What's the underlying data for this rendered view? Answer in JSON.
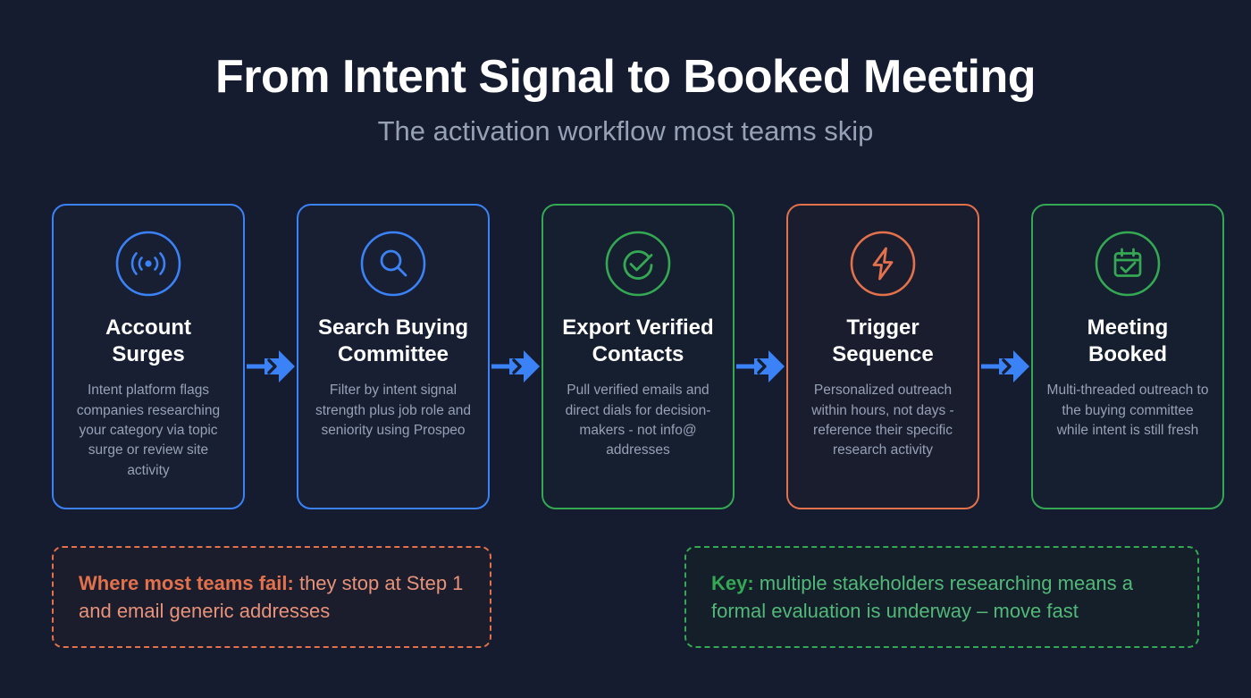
{
  "header": {
    "title": "From Intent Signal to Booked Meeting",
    "subtitle": "The activation workflow most teams skip"
  },
  "colors": {
    "background": "#151c30",
    "card_background": "#181f33",
    "blue": "#3b82f6",
    "green": "#34a853",
    "orange": "#e2714c",
    "title_text": "#ffffff",
    "body_text": "#96a1b6",
    "subtitle_text": "#97a1b5",
    "arrow": "#3b82f6"
  },
  "steps": [
    {
      "icon": "broadcast-signal-icon",
      "accent": "#3b82f6",
      "title": "Account Surges",
      "description": "Intent platform flags companies researching your category via topic surge or review site activity"
    },
    {
      "icon": "magnifying-glass-icon",
      "accent": "#3b82f6",
      "title": "Search Buying Committee",
      "description": "Filter by intent signal strength plus job role and seniority using Prospeo"
    },
    {
      "icon": "check-circle-icon",
      "accent": "#34a853",
      "title": "Export Verified Contacts",
      "description": "Pull verified emails and direct dials for decision-makers - not info@ addresses"
    },
    {
      "icon": "lightning-bolt-icon",
      "accent": "#e2714c",
      "title": "Trigger Sequence",
      "description": "Personalized outreach within hours, not days - reference their specific research activity"
    },
    {
      "icon": "calendar-check-icon",
      "accent": "#34a853",
      "title": "Meeting Booked",
      "description": "Multi-threaded outreach to the buying committee while intent is still fresh"
    }
  ],
  "connectors": [
    {
      "icon": "arrow-right-icon"
    },
    {
      "icon": "arrow-right-icon"
    },
    {
      "icon": "arrow-right-icon"
    },
    {
      "icon": "arrow-right-icon"
    }
  ],
  "callouts": {
    "fail": {
      "label": "Where most teams fail:",
      "text": " they stop at Step 1 and email generic addresses"
    },
    "key": {
      "label": "Key:",
      "text": " multiple stakeholders researching means a formal evaluation is underway – move fast"
    }
  }
}
